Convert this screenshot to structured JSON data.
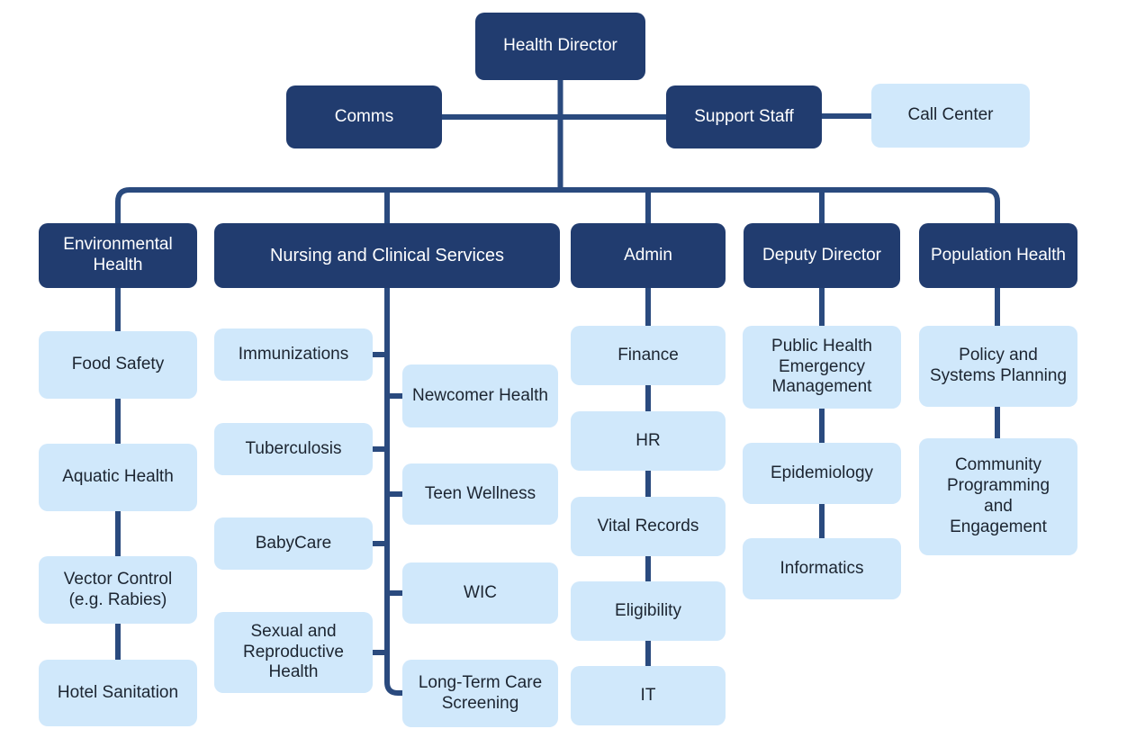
{
  "colors": {
    "box_dark": "#213C6F",
    "box_light": "#D0E8FB",
    "connector_line": "#2A4A7E",
    "text_on_dark": "#FFFFFF",
    "text_on_light": "#1C2531"
  },
  "org": {
    "root": {
      "label": "Health Director"
    },
    "staff": [
      {
        "label": "Comms"
      },
      {
        "label": "Support Staff"
      },
      {
        "label": "Call Center"
      }
    ],
    "departments": [
      {
        "label": "Environmental Health",
        "children": [
          "Food Safety",
          "Aquatic Health",
          "Vector Control (e.g. Rabies)",
          "Hotel Sanitation"
        ]
      },
      {
        "label": "Nursing and Clinical Services",
        "children_left": [
          "Immunizations",
          "Tuberculosis",
          "BabyCare",
          "Sexual and Reproductive Health"
        ],
        "children_right": [
          "Newcomer Health",
          "Teen Wellness",
          "WIC",
          "Long-Term Care Screening"
        ]
      },
      {
        "label": "Admin",
        "children": [
          "Finance",
          "HR",
          "Vital Records",
          "Eligibility",
          "IT"
        ]
      },
      {
        "label": "Deputy Director",
        "children": [
          "Public Health Emergency Management",
          "Epidemiology",
          "Informatics"
        ]
      },
      {
        "label": "Population Health",
        "children": [
          "Policy and Systems Planning",
          "Community Programming and Engagement"
        ]
      }
    ]
  }
}
